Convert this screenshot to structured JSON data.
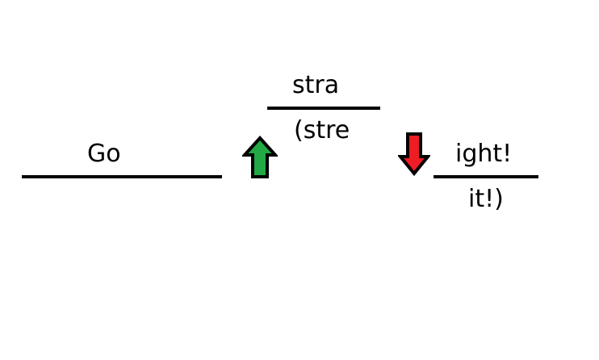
{
  "segments": [
    {
      "top": "Go",
      "bottom": ""
    },
    {
      "top": "stra",
      "bottom": "(stre"
    },
    {
      "top": "ight!",
      "bottom": "it!)"
    }
  ],
  "arrows": [
    {
      "icon": "arrow-up-icon",
      "direction": "up",
      "fill": "#22a845"
    },
    {
      "icon": "arrow-down-icon",
      "direction": "down",
      "fill": "#ee1c24"
    }
  ],
  "line_color": "#000000",
  "text_color": "#000000"
}
